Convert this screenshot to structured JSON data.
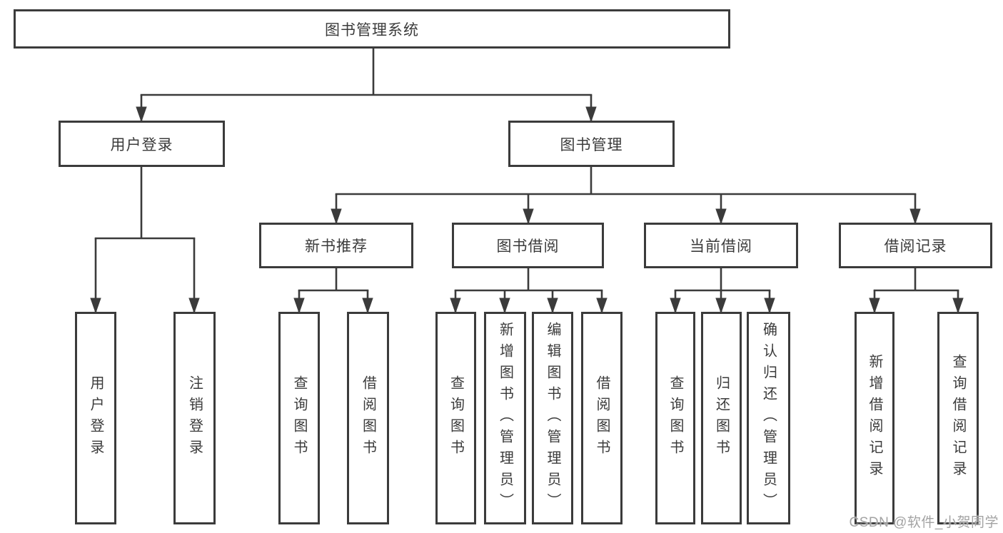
{
  "diagram": {
    "root": {
      "label": "图书管理系统"
    },
    "level2": {
      "user_login": {
        "label": "用户登录"
      },
      "book_management": {
        "label": "图书管理"
      }
    },
    "level3": {
      "new_book_recommend": {
        "label": "新书推荐"
      },
      "book_borrow": {
        "label": "图书借阅"
      },
      "current_borrow": {
        "label": "当前借阅"
      },
      "borrow_records": {
        "label": "借阅记录"
      }
    },
    "leaves": {
      "user_login": [
        "用户登录",
        "注销登录"
      ],
      "new_book_recommend": [
        "查询图书",
        "借阅图书"
      ],
      "book_borrow": [
        "查询图书",
        "新增图书（管理员）",
        "编辑图书（管理员）",
        "借阅图书"
      ],
      "current_borrow": [
        "查询图书",
        "归还图书",
        "确认归还（管理员）"
      ],
      "borrow_records": [
        "新增借阅记录",
        "查询借阅记录"
      ]
    },
    "watermark": "CSDN @软件_小贺同学",
    "colors": {
      "line": "#3b3b3b",
      "text": "#3b3b3b",
      "watermark": "#a3a3a3",
      "background": "#ffffff"
    }
  }
}
